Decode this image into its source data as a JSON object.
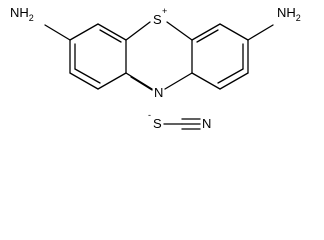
{
  "cation": {
    "left_amine": "NH",
    "left_amine_sub": "2",
    "right_amine": "NH",
    "right_amine_sub": "2",
    "sulfur": "S",
    "sulfur_charge": "+",
    "ring_nitrogen": "N"
  },
  "anion": {
    "sulfur": "S",
    "sulfur_charge": "-",
    "nitrogen": "N"
  }
}
